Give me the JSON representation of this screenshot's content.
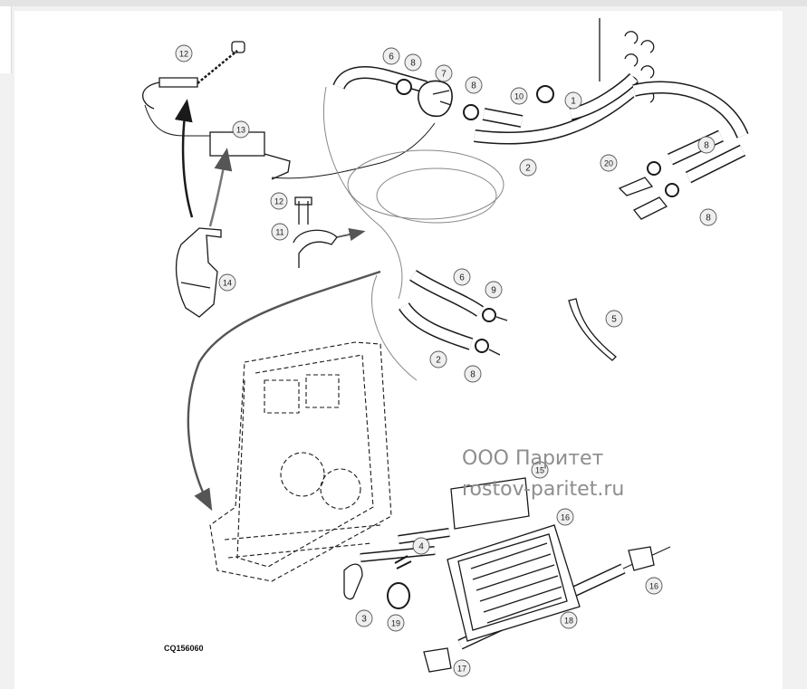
{
  "drawing_code": "CQ156060",
  "watermark": {
    "company": "ООО Паритет",
    "site": "rostov-paritet.ru"
  },
  "callouts": [
    "1",
    "2",
    "2",
    "3",
    "4",
    "5",
    "6",
    "6",
    "7",
    "8",
    "8",
    "8",
    "8",
    "8",
    "9",
    "10",
    "11",
    "12",
    "12",
    "13",
    "14",
    "15",
    "16",
    "16",
    "17",
    "18",
    "19",
    "20"
  ],
  "colors": {
    "line": "#1a1a1a",
    "callout_fill": "#efefef",
    "watermark": "#8e8e8e"
  }
}
